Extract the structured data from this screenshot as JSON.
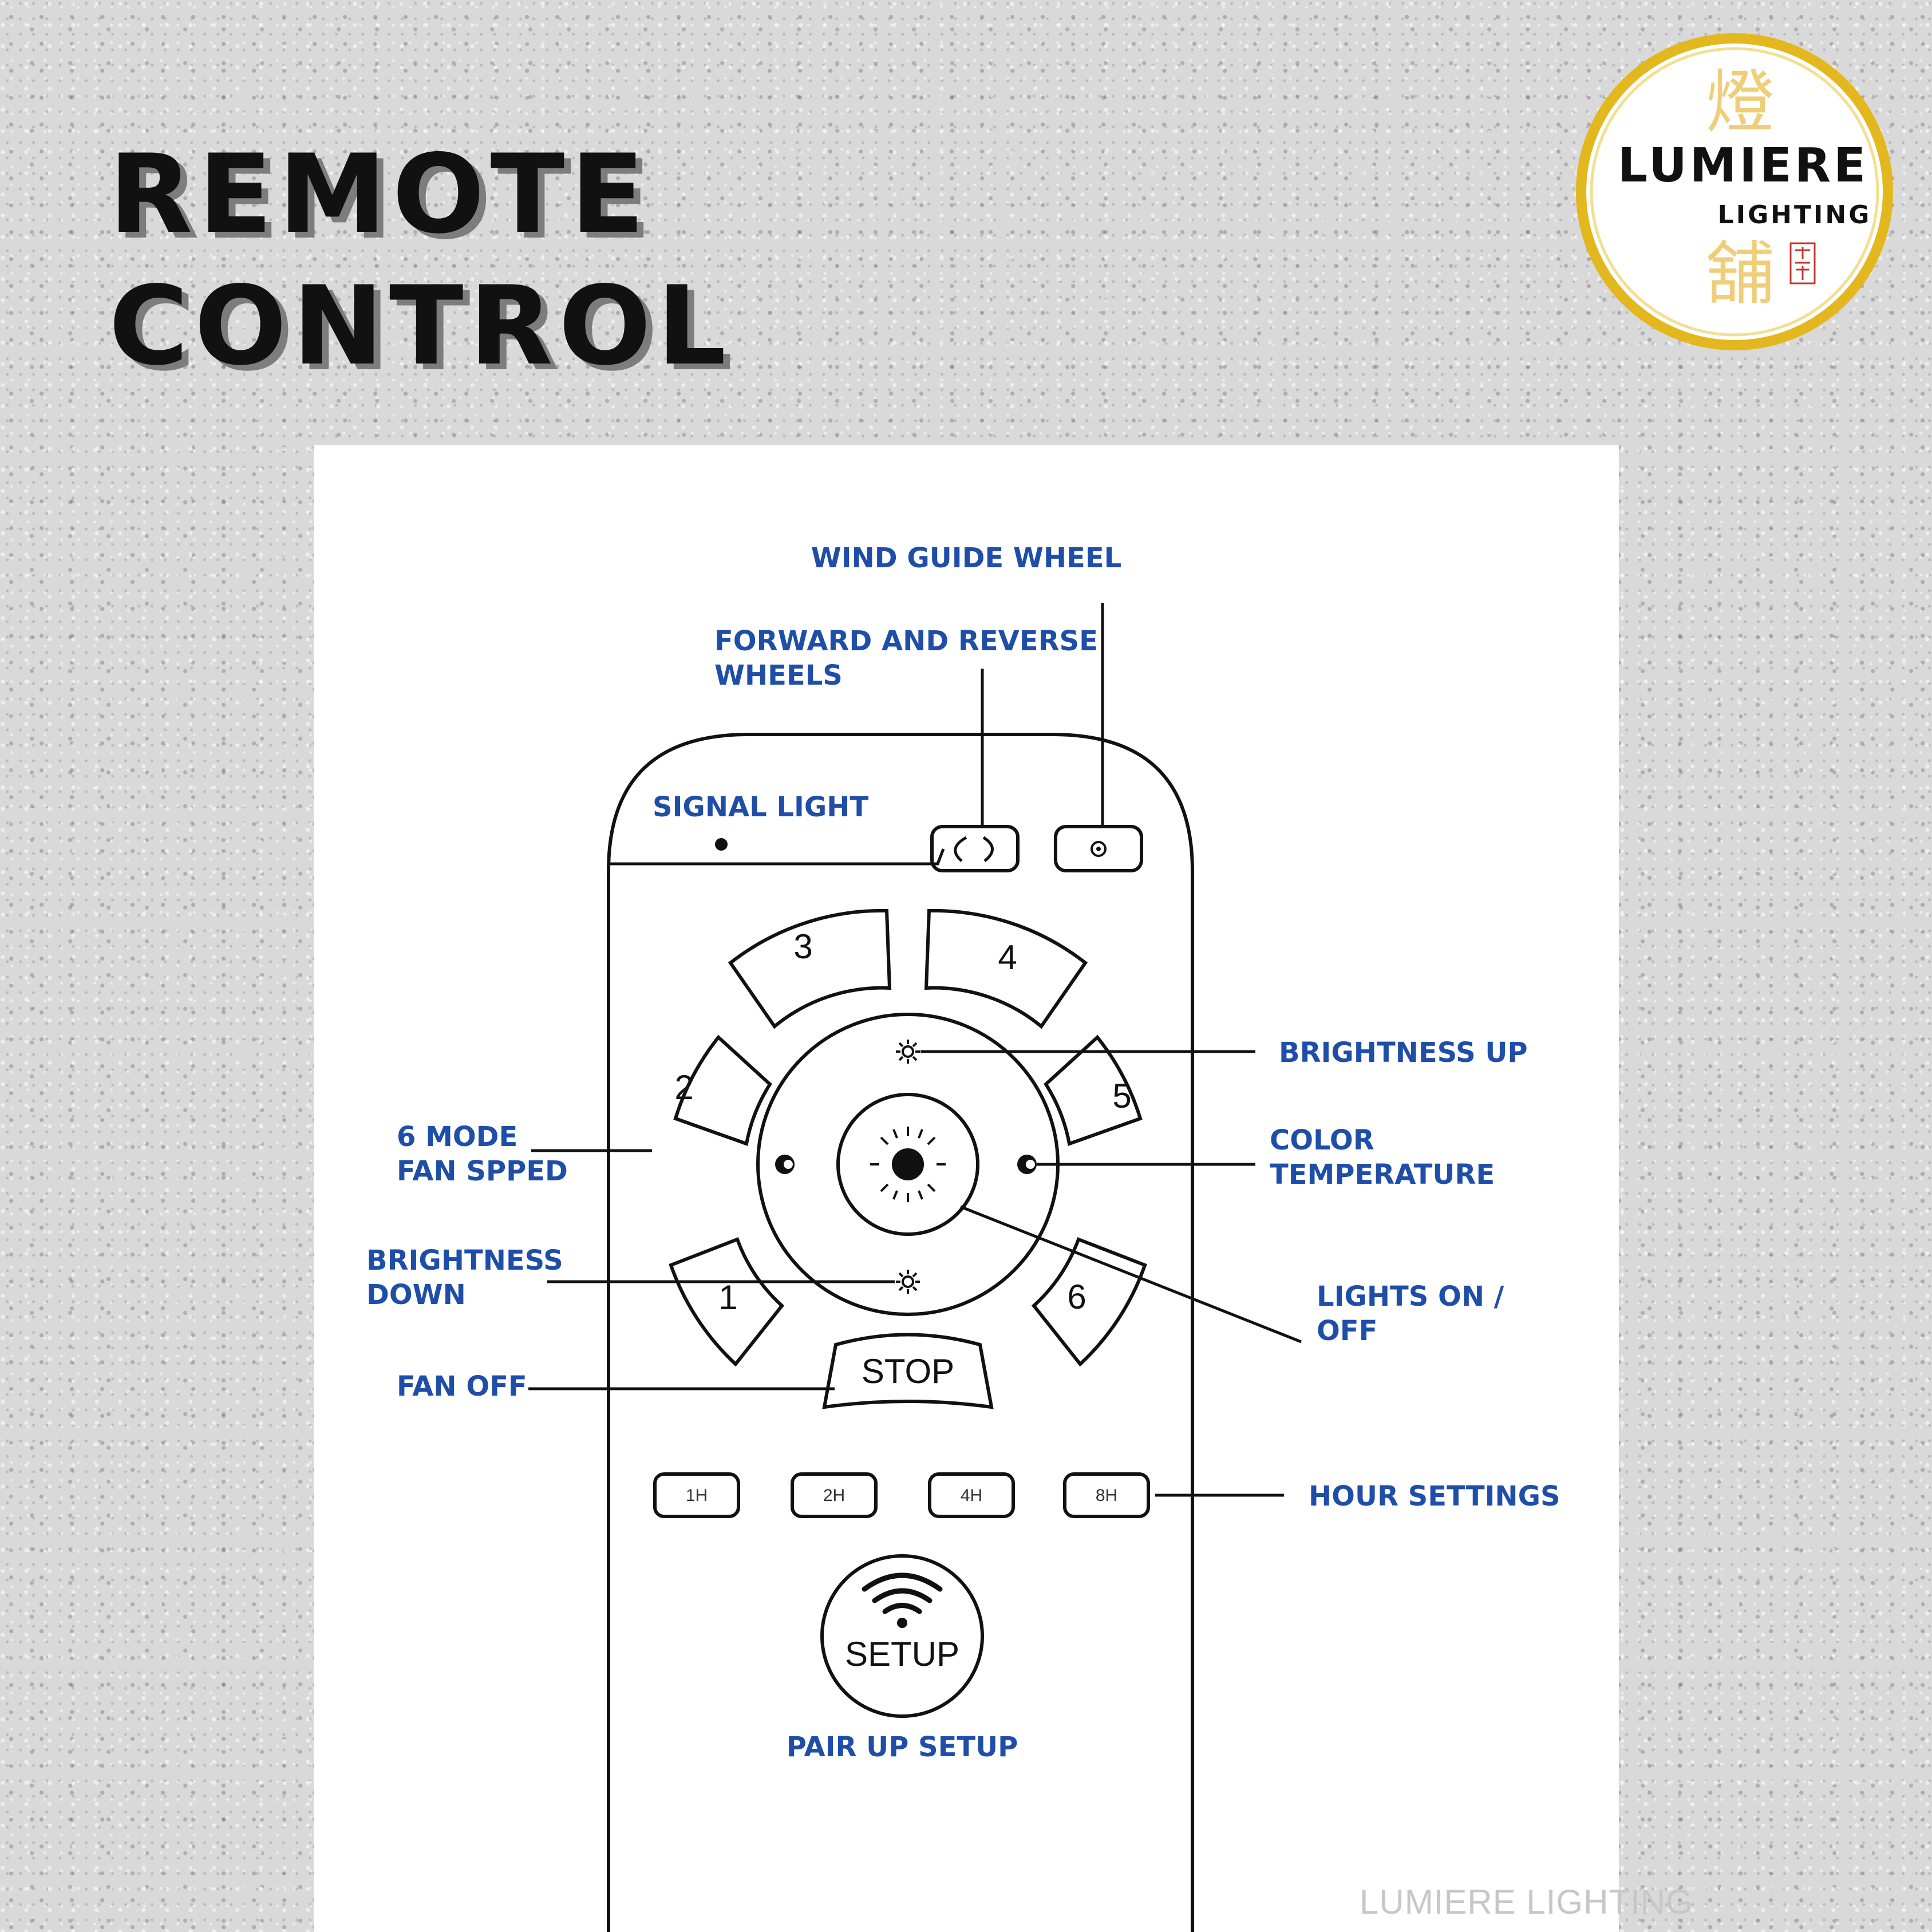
{
  "heading": {
    "line1": "REMOTE",
    "line2": "CONTROL"
  },
  "logo": {
    "name": "LUMIERE",
    "sub": "LIGHTING",
    "chinese_1": "燈",
    "chinese_2": "舖",
    "seal": "Lumiere Lighting seal",
    "colors": {
      "ring": "#e3b81e",
      "chinese": "#f0cd78",
      "seal": "#c0392b"
    }
  },
  "diagram": {
    "labels": {
      "wind_guide": "WIND GUIDE WHEEL",
      "forward_reverse_1": "FORWARD AND REVERSE",
      "forward_reverse_2": "WHEELS",
      "signal_light": "SIGNAL LIGHT",
      "brightness_up": "BRIGHTNESS UP",
      "fan_speed_1": "6 MODE",
      "fan_speed_2": "FAN SPPED",
      "color_temp_1": "COLOR",
      "color_temp_2": "TEMPERATURE",
      "brightness_down_1": "BRIGHTNESS",
      "brightness_down_2": "DOWN",
      "lights_1": "LIGHTS ON /",
      "lights_2": "OFF",
      "fan_off": "FAN OFF",
      "hour_settings": "HOUR SETTINGS",
      "pair_up": "PAIR UP SETUP"
    },
    "keys": {
      "speed_1": "1",
      "speed_2": "2",
      "speed_3": "3",
      "speed_4": "4",
      "speed_5": "5",
      "speed_6": "6",
      "stop": "STOP",
      "setup": "SETUP",
      "timer_1h": "1H",
      "timer_2h": "2H",
      "timer_4h": "4H",
      "timer_8h": "8H"
    },
    "colors": {
      "callout": "#1e4ea8",
      "outline": "#111111"
    }
  },
  "watermark": "LUMIERE LIGHTING"
}
